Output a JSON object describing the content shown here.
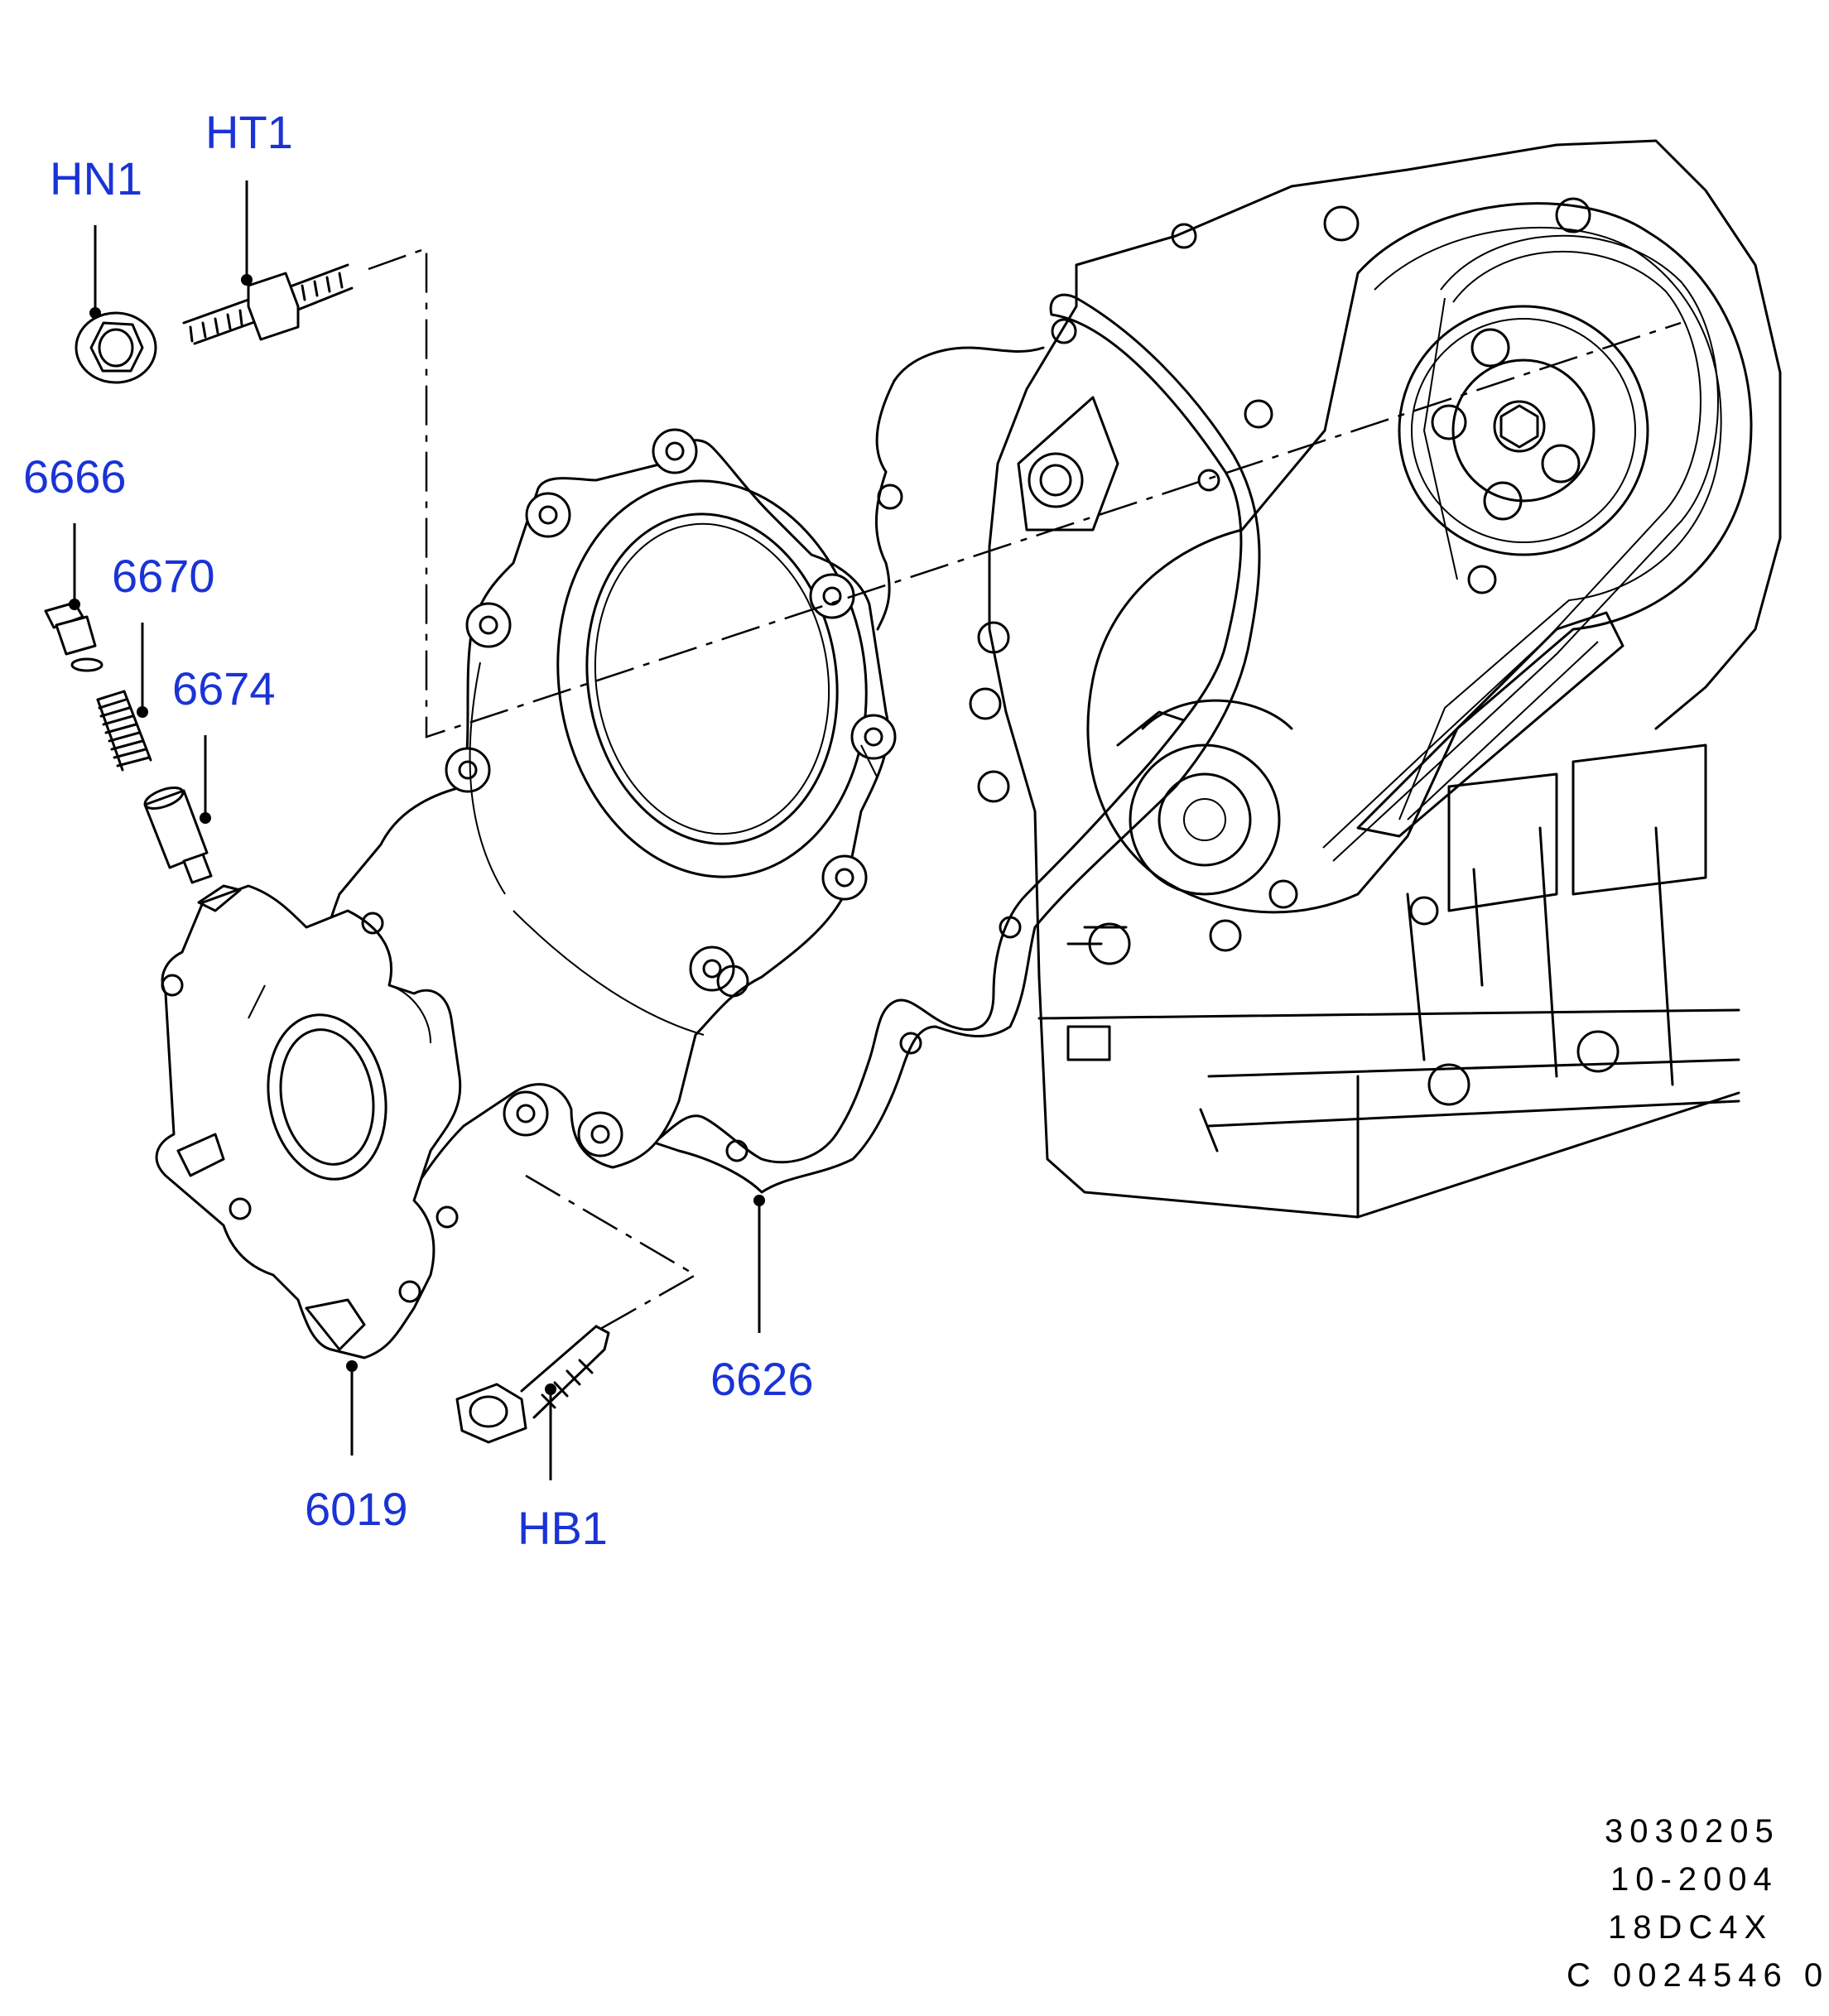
{
  "diagram": {
    "callouts": [
      {
        "id": "HN1",
        "text": "HN1"
      },
      {
        "id": "HT1",
        "text": "HT1"
      },
      {
        "id": "6666",
        "text": "6666"
      },
      {
        "id": "6670",
        "text": "6670"
      },
      {
        "id": "6674",
        "text": "6674"
      },
      {
        "id": "6019",
        "text": "6019"
      },
      {
        "id": "HB1",
        "text": "HB1"
      },
      {
        "id": "6626",
        "text": "6626"
      }
    ],
    "reference_block": {
      "line1": "3030205",
      "line2": "10-2004",
      "line3": "18DC4X",
      "line4": "C 0024546 0"
    },
    "colors": {
      "callout_text": "#1a33d6",
      "line_art": "#000000",
      "background": "#ffffff"
    }
  }
}
